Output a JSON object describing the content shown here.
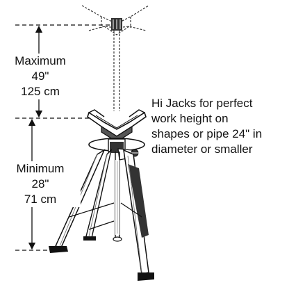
{
  "maximum": {
    "label": "Maximum",
    "inches": "49\"",
    "cm": "125 cm"
  },
  "minimum": {
    "label": "Minimum",
    "inches": "28\"",
    "cm": "71 cm"
  },
  "caption": {
    "line1": "Hi Jacks for perfect",
    "line2": "work height on",
    "line3": "shapes or pipe 24\" in",
    "line4": "diameter or smaller"
  },
  "colors": {
    "ink": "#111111",
    "shade": "#777777",
    "paper": "#ffffff"
  },
  "icons": [
    "pipe-stand-illustration",
    "dimension-arrow"
  ]
}
